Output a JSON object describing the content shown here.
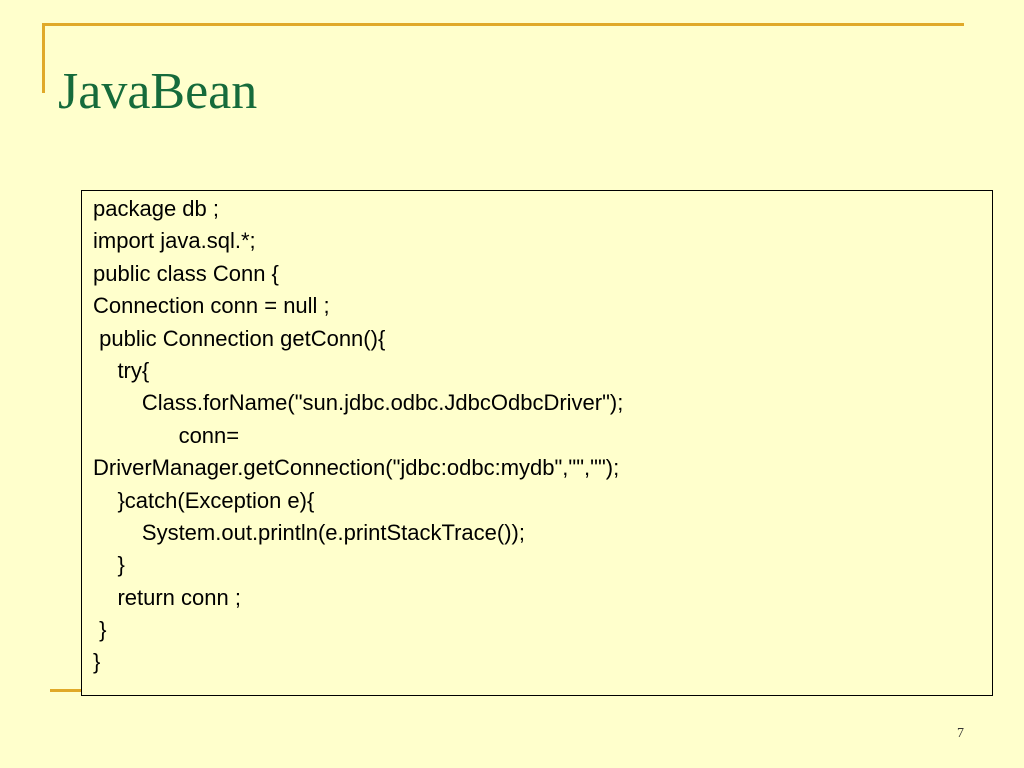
{
  "slide": {
    "title": "JavaBean",
    "page_number": "7",
    "code_lines": [
      "package db ;",
      "import java.sql.*;",
      "public class Conn {",
      "Connection conn = null ;",
      " public Connection getConn(){",
      "    try{",
      "        Class.forName(\"sun.jdbc.odbc.JdbcOdbcDriver\");",
      "              conn=",
      "DriverManager.getConnection(\"jdbc:odbc:mydb\",\"\",\"\");",
      "    }catch(Exception e){",
      "        System.out.println(e.printStackTrace());",
      "    }",
      "    return conn ;",
      " }",
      "}"
    ]
  },
  "colors": {
    "background": "#FFFFCC",
    "title": "#166B3B",
    "accent_rule": "#E0A929",
    "code_border": "#000000"
  }
}
